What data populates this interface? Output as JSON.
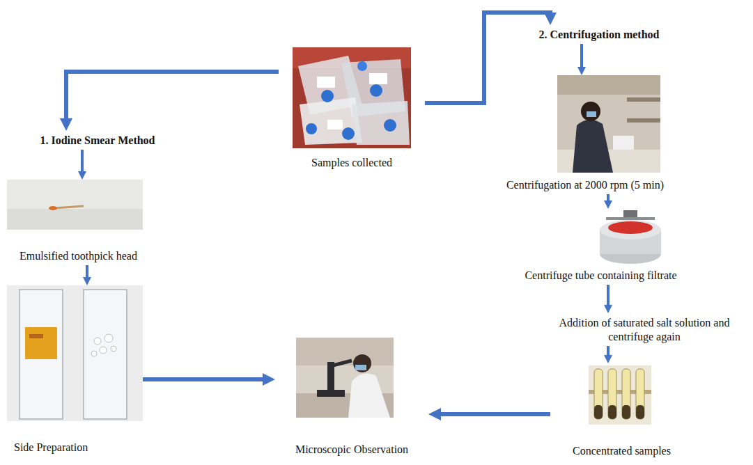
{
  "diagram": {
    "nodes": [
      {
        "text": [
          "Samples collected"
        ]
      },
      {
        "text": [
          "1. Iodine Smear Method"
        ]
      },
      {
        "text": [
          "Emulsified toothpick head"
        ]
      },
      {
        "text": [
          "Side Preparation"
        ]
      },
      {
        "text": [
          "Microscopic Observation"
        ]
      },
      {
        "text": [
          "2. Centrifugation method"
        ]
      },
      {
        "text": [
          "Centrifugation at 2000 rpm (5 min)"
        ]
      },
      {
        "text": [
          "Centrifuge tube containing filtrate"
        ]
      },
      {
        "text": [
          "Addition of saturated salt solution and centrifuge again"
        ]
      },
      {
        "text": [
          "Concentrated samples"
        ]
      }
    ],
    "edges": [
      {
        "from": 0,
        "to": 1,
        "arrow": "to"
      },
      {
        "from": 0,
        "to": 5,
        "arrow": "to"
      },
      {
        "from": 5,
        "to": 6,
        "arrow": "to"
      },
      {
        "from": 1,
        "to": 2,
        "arrow": "to"
      },
      {
        "from": 2,
        "to": 3,
        "arrow": "to"
      },
      {
        "from": 3,
        "to": 4,
        "arrow": "to"
      },
      {
        "from": 6,
        "to": 7,
        "arrow": "to"
      },
      {
        "from": 7,
        "to": 8,
        "arrow": "to"
      },
      {
        "from": 8,
        "to": 9,
        "arrow": "to"
      },
      {
        "from": 9,
        "to": 4,
        "arrow": "to"
      }
    ]
  }
}
